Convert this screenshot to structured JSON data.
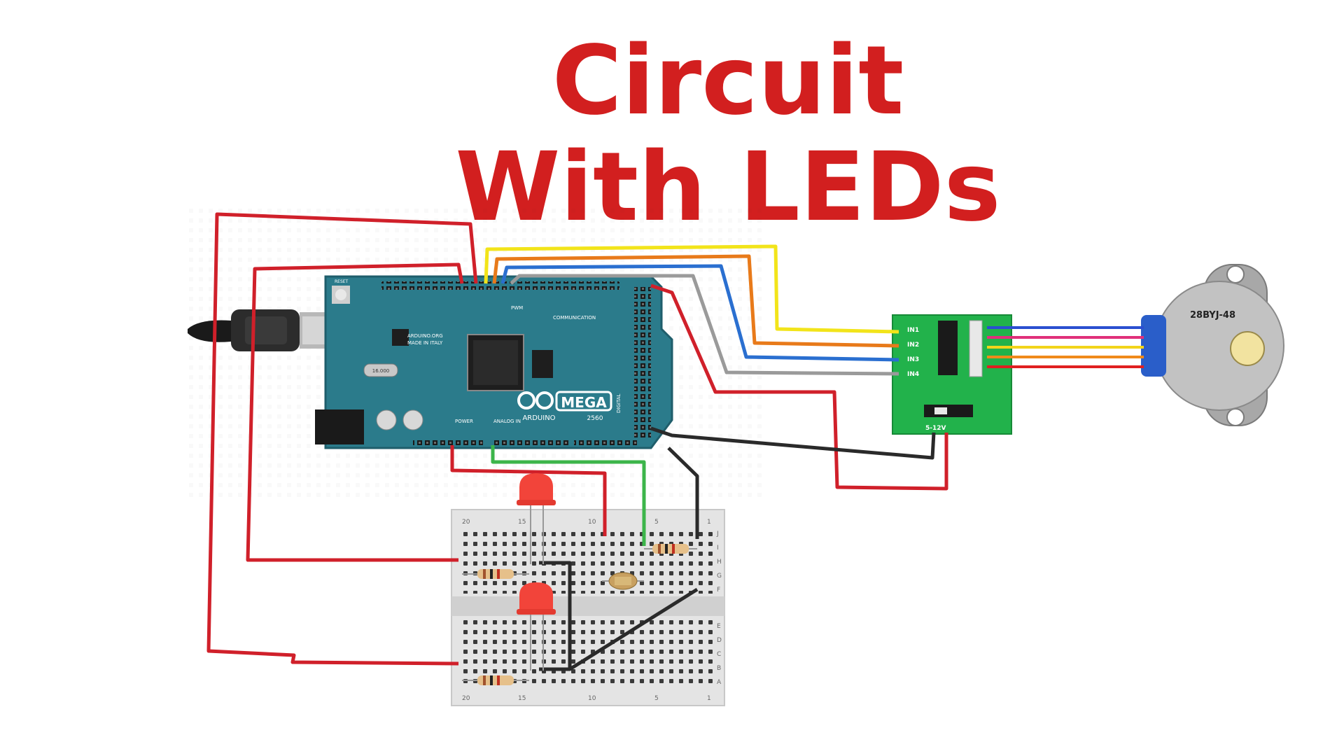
{
  "title": {
    "line1": "Circuit",
    "line2": "With LEDs"
  },
  "arduino": {
    "brand": "MEGA",
    "subtitle": "ARDUINO",
    "model": "2560",
    "reset": "RESET",
    "made": "ARDUINO.ORG",
    "italy": "MADE IN ITALY",
    "communication": "COMMUNICATION",
    "power": "POWER",
    "analog": "ANALOG IN",
    "digital": "DIGITAL",
    "pwm": "PWM",
    "crystal": "16.000"
  },
  "driver": {
    "in1": "IN1",
    "in2": "IN2",
    "in3": "IN3",
    "in4": "IN4",
    "voltage": "5-12V"
  },
  "motor": {
    "label": "28BYJ-48"
  },
  "breadboard": {
    "cols_top": [
      "20",
      "15",
      "10",
      "5",
      "1"
    ],
    "cols_bottom": [
      "20",
      "15",
      "10",
      "5",
      "1"
    ],
    "rows_top": [
      "J",
      "I",
      "H",
      "G",
      "F"
    ],
    "rows_bottom": [
      "E",
      "D",
      "C",
      "B",
      "A"
    ]
  },
  "colors": {
    "title": "#d21f1f",
    "board": "#2a7a8a",
    "driver": "#1fb34a",
    "wire_red": "#d0202a",
    "wire_yellow": "#f2e41a",
    "wire_orange": "#e87a1a",
    "wire_blue": "#2a6fd0",
    "wire_gray": "#9a9a9a",
    "wire_black": "#2a2a2a",
    "wire_green": "#3cb54a",
    "led": "#f2443a"
  }
}
